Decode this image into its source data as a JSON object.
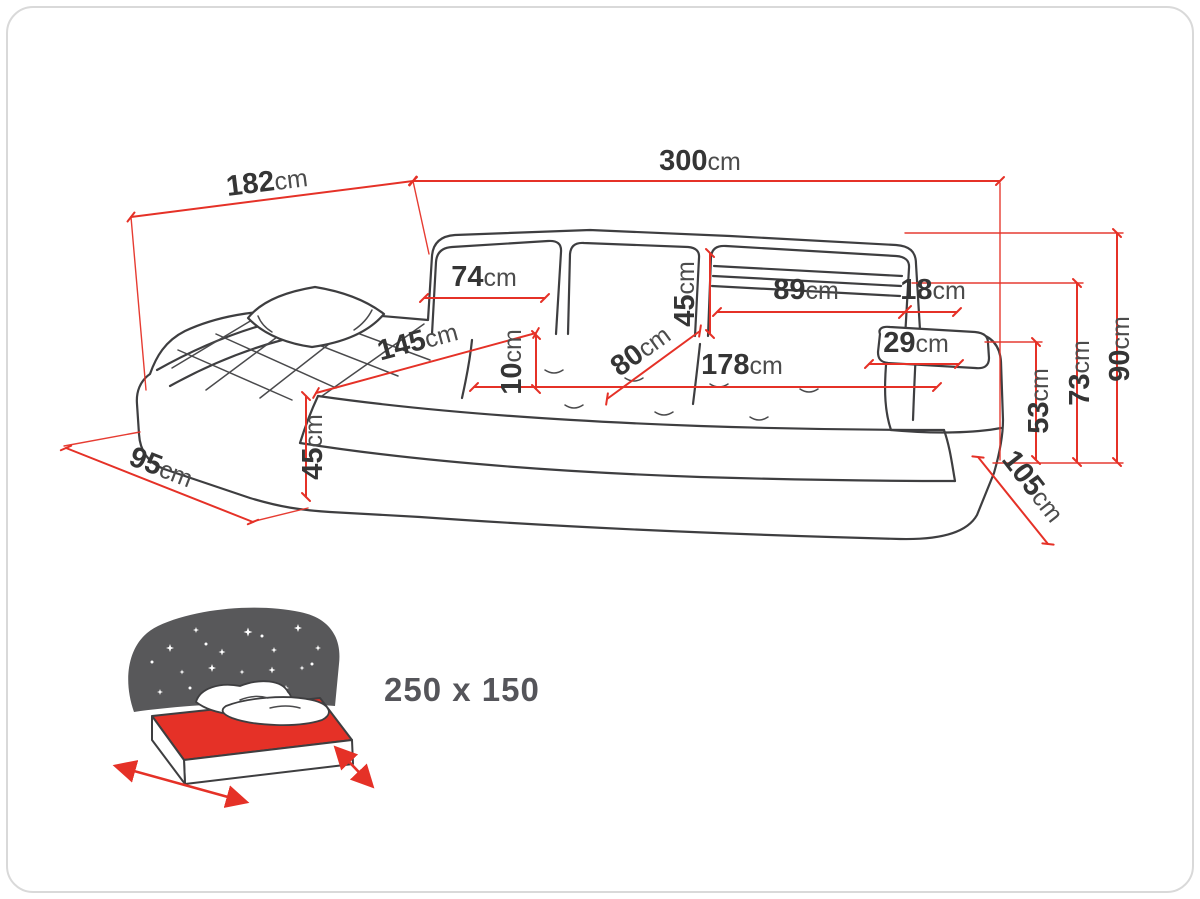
{
  "canvas": {
    "background": "#ffffff",
    "border_color": "#d9d9d9"
  },
  "palette": {
    "sofa_line": "#3e3e40",
    "dimension_line": "#e53127",
    "label_color": "#353535",
    "icon_dark": "#58585a",
    "icon_red": "#e53127"
  },
  "dimensions": {
    "total_width": {
      "value": "300",
      "unit": "cm"
    },
    "side_depth_left": {
      "value": "182",
      "unit": "cm"
    },
    "back_cushion_width": {
      "value": "74",
      "unit": "cm"
    },
    "chaise_length": {
      "value": "145",
      "unit": "cm"
    },
    "backrest_height": {
      "value": "45",
      "unit": "cm"
    },
    "headrest_width": {
      "value": "89",
      "unit": "cm"
    },
    "headrest_side_width": {
      "value": "18",
      "unit": "cm"
    },
    "armrest_pad_width": {
      "value": "29",
      "unit": "cm"
    },
    "seat_width": {
      "value": "178",
      "unit": "cm"
    },
    "seat_depth": {
      "value": "80",
      "unit": "cm"
    },
    "seat_cushion_thickness": {
      "value": "10",
      "unit": "cm"
    },
    "chaise_seat_height": {
      "value": "45",
      "unit": "cm"
    },
    "chaise_width": {
      "value": "95",
      "unit": "cm"
    },
    "total_height": {
      "value": "90",
      "unit": "cm"
    },
    "backrest_total_height": {
      "value": "73",
      "unit": "cm"
    },
    "armrest_height": {
      "value": "53",
      "unit": "cm"
    },
    "total_depth_right": {
      "value": "105",
      "unit": "cm"
    }
  },
  "sleeping_area": {
    "label": "250 x 150"
  }
}
